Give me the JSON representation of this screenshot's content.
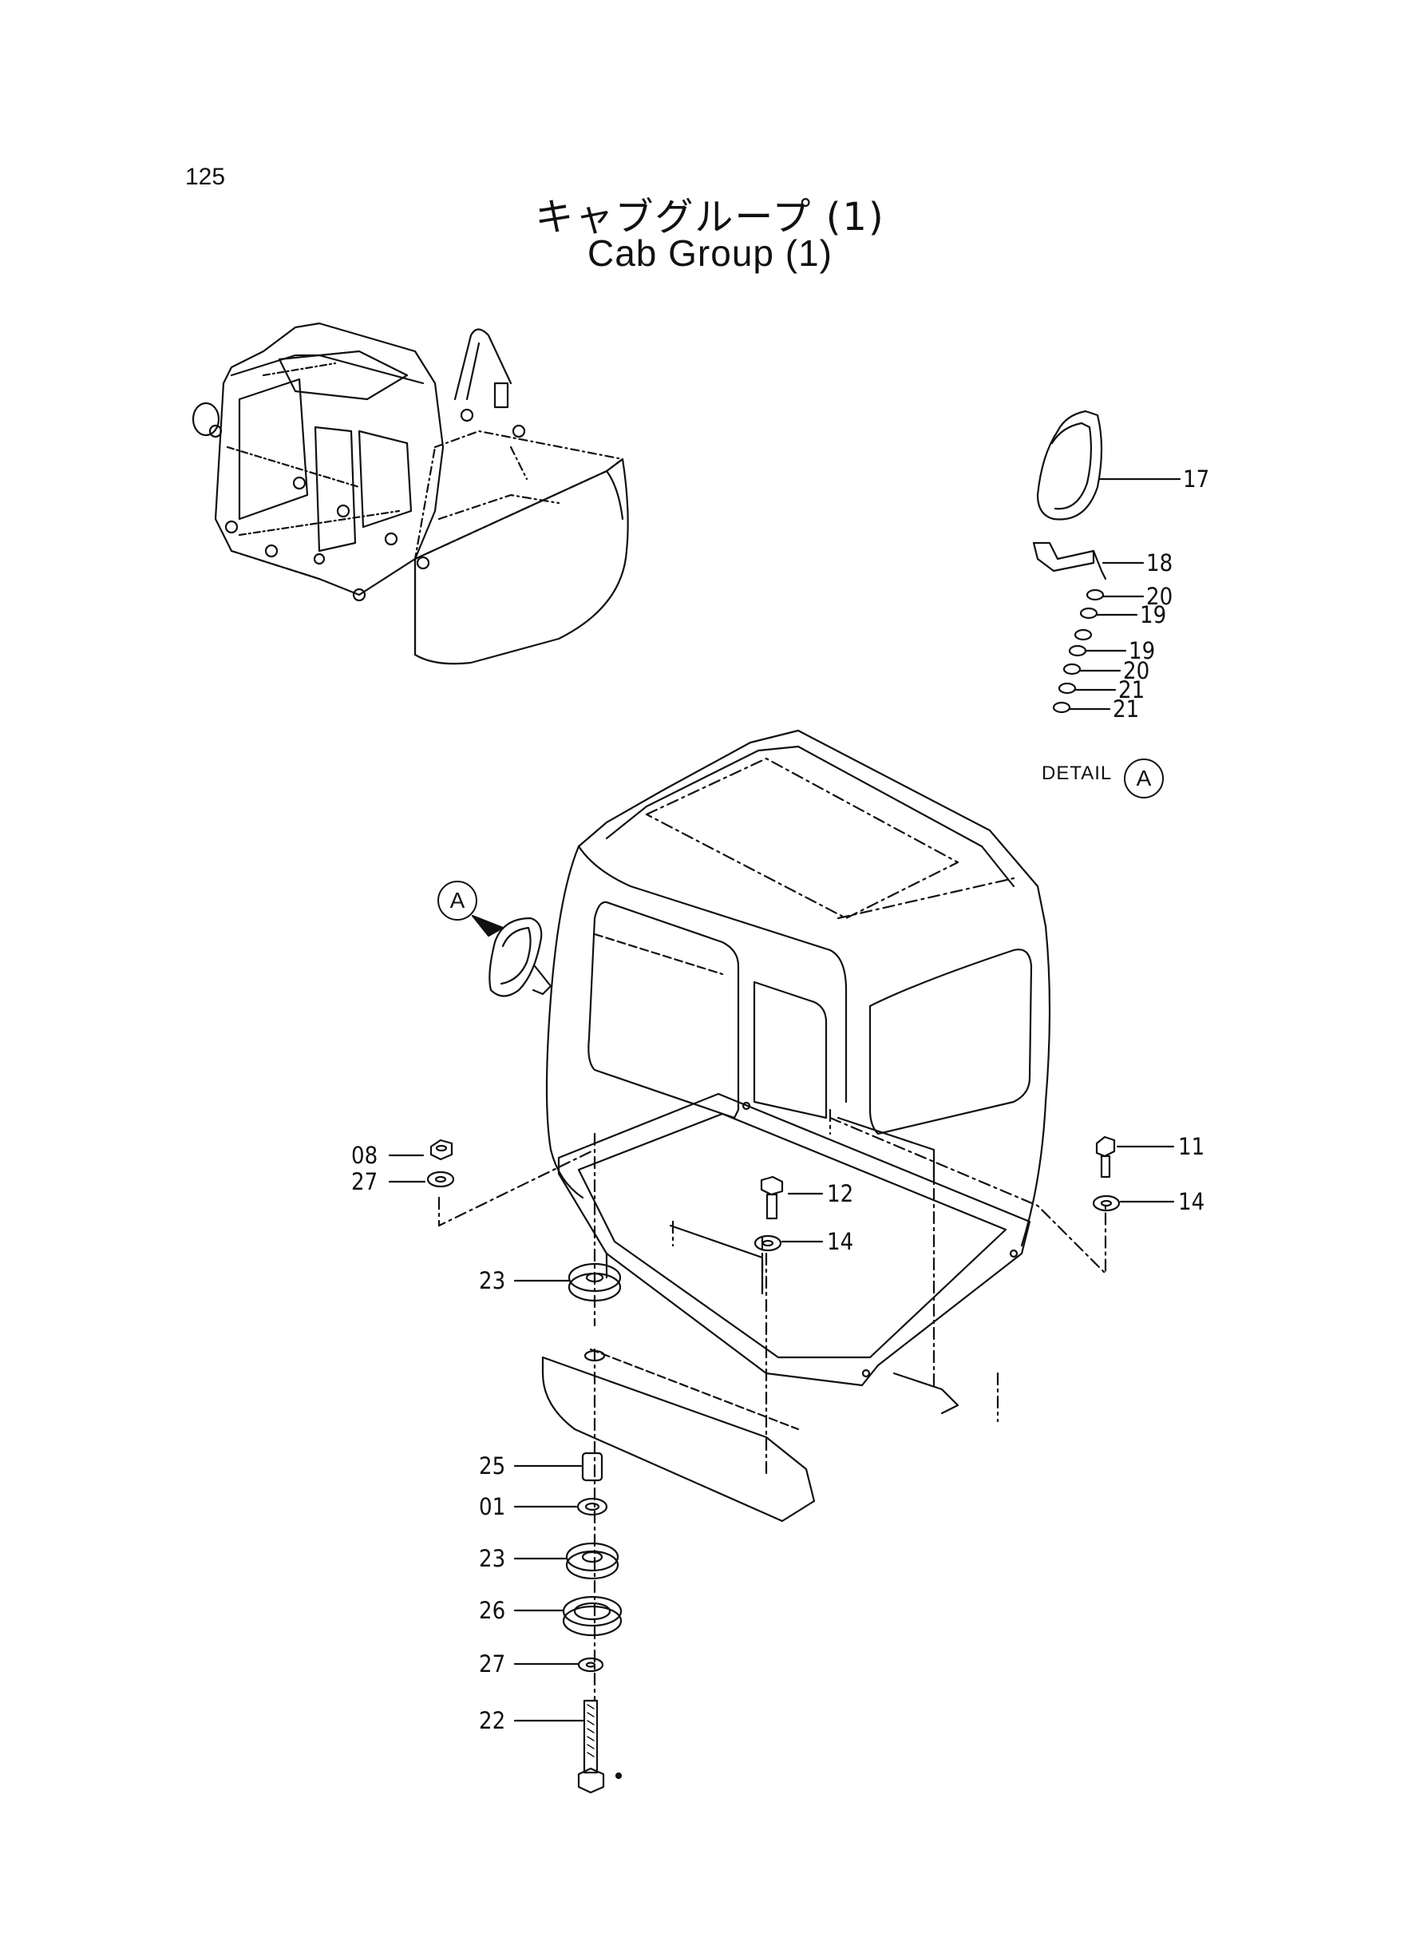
{
  "page_number": "125",
  "title_ja": "キャブグループ (1)",
  "title_en": "Cab Group (1)",
  "detail_label": "DETAIL",
  "detail_marker": "A",
  "view_marker": "A",
  "callouts": {
    "c08": "08",
    "c27a": "27",
    "c11": "11",
    "c12": "12",
    "c14a": "14",
    "c14b": "14",
    "c23a": "23",
    "c25": "25",
    "c01": "01",
    "c23b": "23",
    "c26": "26",
    "c27b": "27",
    "c22": "22",
    "c17": "17",
    "c18": "18",
    "c20a": "20",
    "c19a": "19",
    "c19b": "19",
    "c20b": "20",
    "c21a": "21",
    "c21b": "21"
  }
}
